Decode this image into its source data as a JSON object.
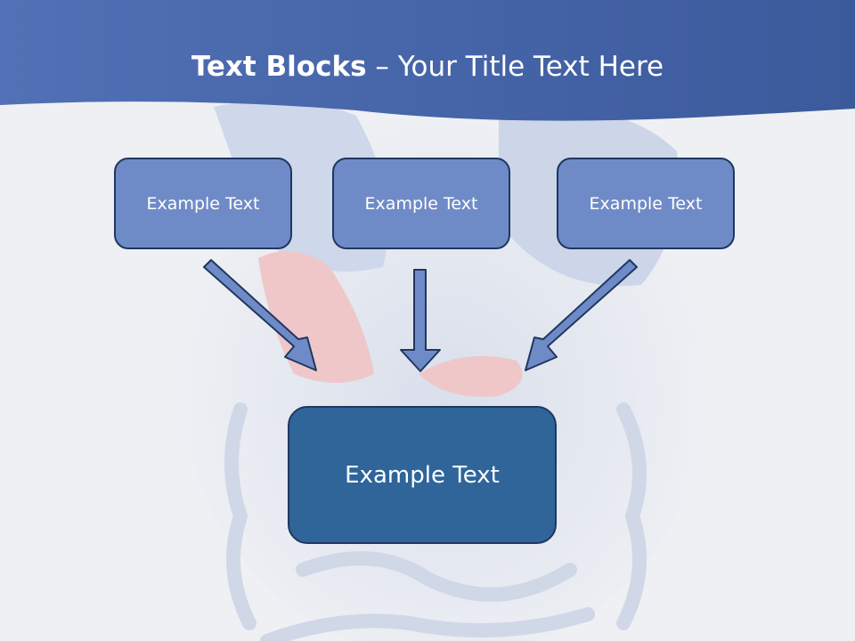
{
  "title": {
    "bold": "Text Blocks",
    "separator": " – ",
    "rest": "Your Title Text Here"
  },
  "boxes": [
    {
      "label": "Example Text"
    },
    {
      "label": "Example Text"
    },
    {
      "label": "Example Text"
    }
  ],
  "center": {
    "label": "Example Text"
  },
  "colors": {
    "header": "#4a67ad",
    "box_fill": "#6f8bc7",
    "center_fill": "#2f6599",
    "outline": "#1f3760",
    "arrow_fill": "#6f8bc7"
  }
}
